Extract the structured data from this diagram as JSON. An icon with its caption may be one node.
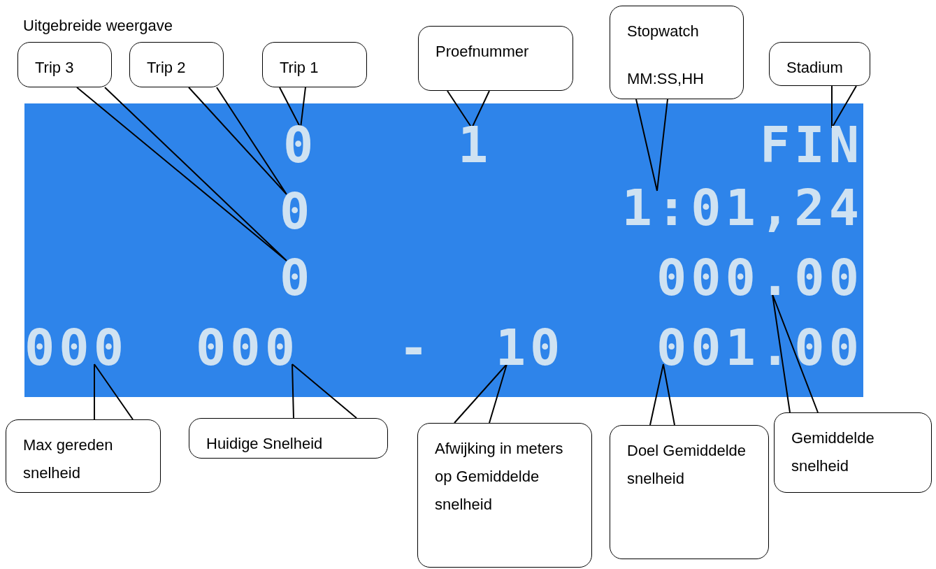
{
  "diagram": {
    "nodes": [
      {
        "text": [],
        "shape": "box"
      },
      {
        "text": [
          "0"
        ],
        "in": 0
      },
      {
        "text": [
          "1"
        ],
        "in": 0
      },
      {
        "text": [
          "FIN"
        ],
        "in": 0
      },
      {
        "text": [
          "0"
        ],
        "in": 0
      },
      {
        "text": [
          "1:01,24"
        ],
        "in": 0
      },
      {
        "text": [
          "0"
        ],
        "in": 0
      },
      {
        "text": [
          "000.00"
        ],
        "in": 0
      },
      {
        "text": [
          "000"
        ],
        "in": 0
      },
      {
        "text": [
          "000"
        ],
        "in": 0
      },
      {
        "text": [
          "- 10"
        ],
        "in": 0
      },
      {
        "text": [
          "001.00"
        ],
        "in": 0
      },
      {
        "text": [
          "Trip 3"
        ]
      },
      {
        "text": [
          "Trip 2"
        ]
      },
      {
        "text": [
          "Trip 1"
        ]
      },
      {
        "text": [
          "Proefnummer"
        ]
      },
      {
        "text": [
          "Stopwatch",
          "MM:SS,HH"
        ]
      },
      {
        "text": [
          "Stadium"
        ]
      },
      {
        "text": [
          "Max gereden snelheid"
        ]
      },
      {
        "text": [
          "Huidige Snelheid"
        ]
      },
      {
        "text": [
          "Afwijking in meters op Gemiddelde snelheid"
        ]
      },
      {
        "text": [
          "Doel Gemiddelde snelheid"
        ]
      },
      {
        "text": [
          "Gemiddelde snelheid"
        ]
      }
    ],
    "edges": [
      {
        "from": 12,
        "to": 6,
        "arrow": "none"
      },
      {
        "from": 13,
        "to": 4,
        "arrow": "none"
      },
      {
        "from": 14,
        "to": 1,
        "arrow": "none"
      },
      {
        "from": 15,
        "to": 2,
        "arrow": "none"
      },
      {
        "from": 16,
        "to": 5,
        "arrow": "none"
      },
      {
        "from": 17,
        "to": 3,
        "arrow": "none"
      },
      {
        "from": 18,
        "to": 8,
        "arrow": "none"
      },
      {
        "from": 19,
        "to": 9,
        "arrow": "none"
      },
      {
        "from": 20,
        "to": 10,
        "arrow": "none"
      },
      {
        "from": 21,
        "to": 11,
        "arrow": "none"
      },
      {
        "from": 22,
        "to": 7,
        "arrow": "none"
      }
    ],
    "labels": [
      "Uitgebreide weergave"
    ]
  }
}
